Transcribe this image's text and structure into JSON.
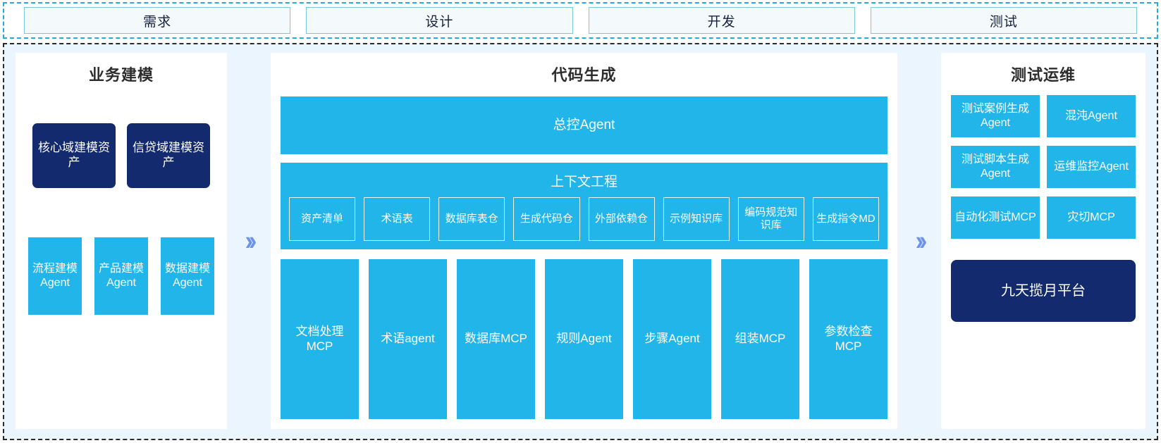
{
  "phases": [
    {
      "label": "需求"
    },
    {
      "label": "设计"
    },
    {
      "label": "开发"
    },
    {
      "label": "测试"
    }
  ],
  "arrows": {
    "glyph": "››",
    "color": "#6d94ea"
  },
  "colors": {
    "cyan": "#22b5ea",
    "navy": "#132a6e",
    "panel_bg": "#ffffff",
    "frame_bg": "#eaf5fd",
    "frame_border": "#2a2a2a",
    "phase_border": "#29a8df",
    "tab_bg": "#f4f9fb",
    "tab_border": "#7fc4dd",
    "title_color": "#2c2c2c"
  },
  "left_panel": {
    "title": "业务建模",
    "assets": [
      {
        "label": "核心域建模资产"
      },
      {
        "label": "信贷域建模资产"
      }
    ],
    "agents": [
      {
        "label": "流程建模Agent"
      },
      {
        "label": "产品建模Agent"
      },
      {
        "label": "数据建模Agent"
      }
    ]
  },
  "center_panel": {
    "title": "代码生成",
    "master_agent": "总控Agent",
    "context": {
      "title": "上下文工程",
      "items": [
        {
          "label": "资产清单"
        },
        {
          "label": "术语表"
        },
        {
          "label": "数据库表仓"
        },
        {
          "label": "生成代码仓"
        },
        {
          "label": "外部依赖仓"
        },
        {
          "label": "示例知识库"
        },
        {
          "label": "编码规范知识库"
        },
        {
          "label": "生成指令MD"
        }
      ]
    },
    "tools": [
      {
        "label": "文档处理MCP"
      },
      {
        "label": "术语agent"
      },
      {
        "label": "数据库MCP"
      },
      {
        "label": "规则Agent"
      },
      {
        "label": "步骤Agent"
      },
      {
        "label": "组装MCP"
      },
      {
        "label": "参数检查MCP"
      }
    ]
  },
  "right_panel": {
    "title": "测试运维",
    "cards": [
      {
        "label": "测试案例生成Agent"
      },
      {
        "label": "混沌Agent"
      },
      {
        "label": "测试脚本生成Agent"
      },
      {
        "label": "运维监控Agent"
      },
      {
        "label": "自动化测试MCP"
      },
      {
        "label": "灾切MCP"
      }
    ],
    "platform": "九天揽月平台"
  }
}
